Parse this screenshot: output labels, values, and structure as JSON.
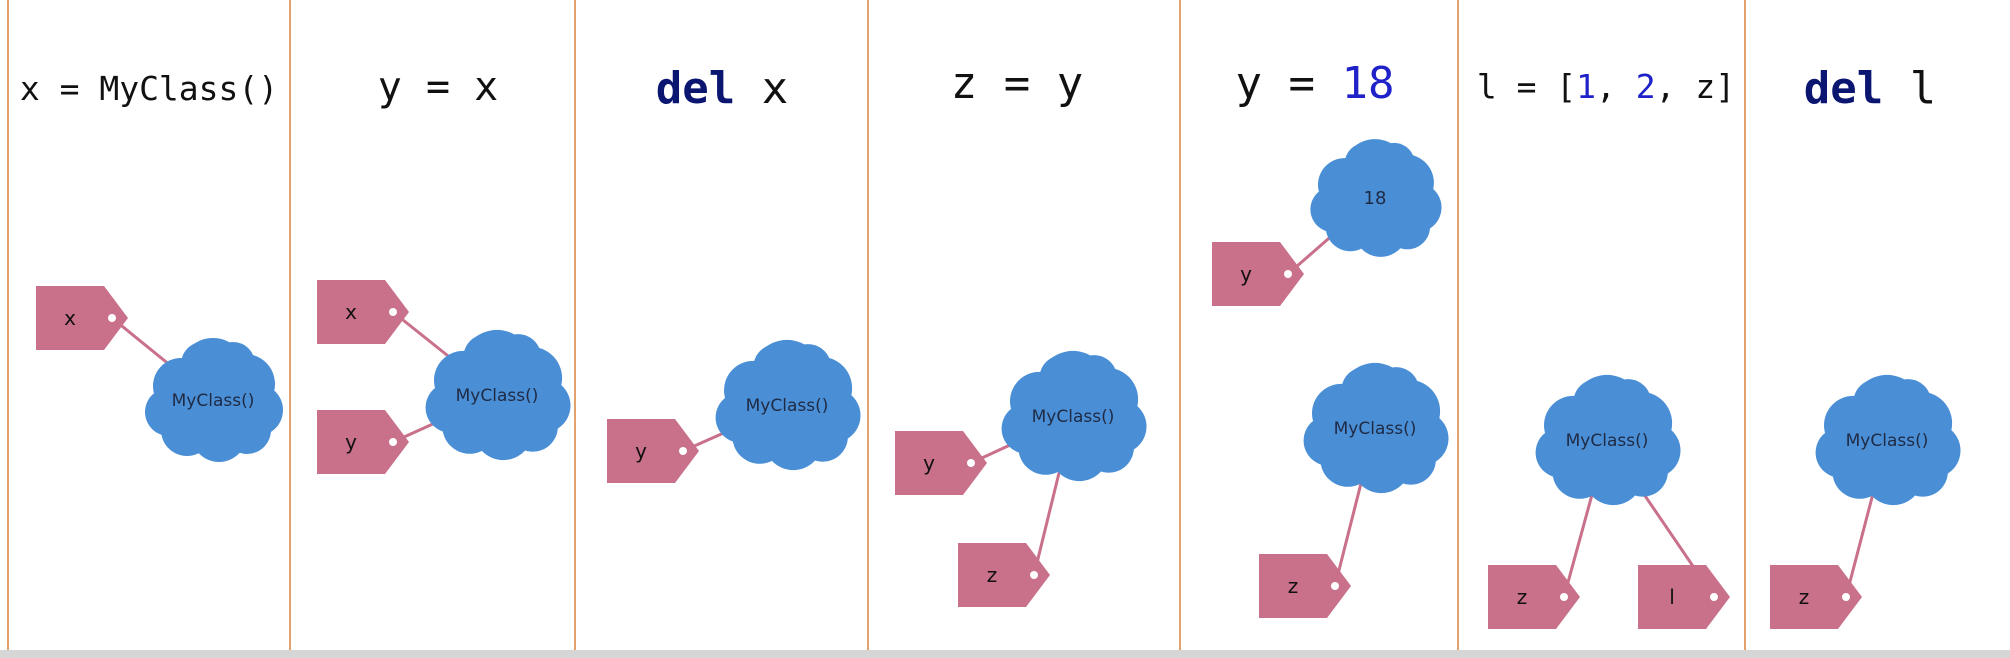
{
  "colors": {
    "divider": "#e3a26b",
    "tag": "#c9708a",
    "cloud": "#4a8fd6",
    "link": "#c9708a",
    "keyword": "#0b1670",
    "number": "#1f22c8",
    "text": "#111111"
  },
  "panels": [
    {
      "id": "panel-1",
      "code": [
        {
          "t": "x = MyClass()",
          "k": "plain"
        }
      ],
      "tags": [
        {
          "label": "x"
        }
      ],
      "clouds": [
        {
          "label": "MyClass()"
        }
      ]
    },
    {
      "id": "panel-2",
      "code": [
        {
          "t": "y = x",
          "k": "plain"
        }
      ],
      "tags": [
        {
          "label": "x"
        },
        {
          "label": "y"
        }
      ],
      "clouds": [
        {
          "label": "MyClass()"
        }
      ]
    },
    {
      "id": "panel-3",
      "code": [
        {
          "t": "del",
          "k": "keyword"
        },
        {
          "t": " x",
          "k": "plain"
        }
      ],
      "tags": [
        {
          "label": "y"
        }
      ],
      "clouds": [
        {
          "label": "MyClass()"
        }
      ]
    },
    {
      "id": "panel-4",
      "code": [
        {
          "t": "z = y",
          "k": "plain"
        }
      ],
      "tags": [
        {
          "label": "y"
        },
        {
          "label": "z"
        }
      ],
      "clouds": [
        {
          "label": "MyClass()"
        }
      ]
    },
    {
      "id": "panel-5",
      "code": [
        {
          "t": "y = ",
          "k": "plain"
        },
        {
          "t": "18",
          "k": "number"
        }
      ],
      "tags": [
        {
          "label": "y"
        },
        {
          "label": "z"
        }
      ],
      "clouds": [
        {
          "label": "18"
        },
        {
          "label": "MyClass()"
        }
      ]
    },
    {
      "id": "panel-6",
      "code": [
        {
          "t": "l = [",
          "k": "plain"
        },
        {
          "t": "1",
          "k": "number"
        },
        {
          "t": ", ",
          "k": "plain"
        },
        {
          "t": "2",
          "k": "number"
        },
        {
          "t": ", z]",
          "k": "plain"
        }
      ],
      "tags": [
        {
          "label": "z"
        },
        {
          "label": "l"
        }
      ],
      "clouds": [
        {
          "label": "MyClass()"
        }
      ]
    },
    {
      "id": "panel-7",
      "code": [
        {
          "t": "del",
          "k": "keyword"
        },
        {
          "t": " l",
          "k": "plain"
        }
      ],
      "tags": [
        {
          "label": "z"
        }
      ],
      "clouds": [
        {
          "label": "MyClass()"
        }
      ]
    }
  ]
}
